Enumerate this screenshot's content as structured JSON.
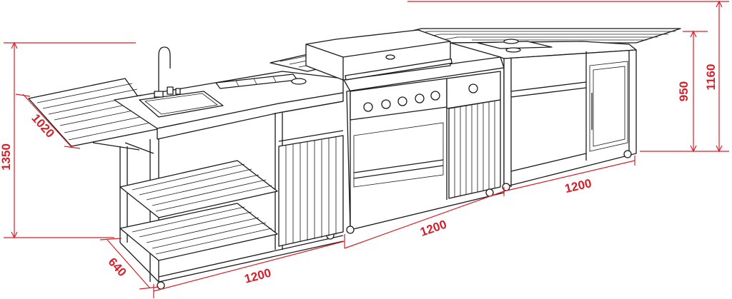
{
  "diagram": {
    "colors": {
      "line": "#1a1a1a",
      "dimension": "#d4202a",
      "background": "#ffffff"
    },
    "dimensions": {
      "total_height": "1350",
      "depth_with_board": "1020",
      "depth": "640",
      "module_1_width": "1200",
      "module_2_width": "1200",
      "module_3_width": "1200",
      "counter_height": "950",
      "board_height": "1160"
    }
  }
}
